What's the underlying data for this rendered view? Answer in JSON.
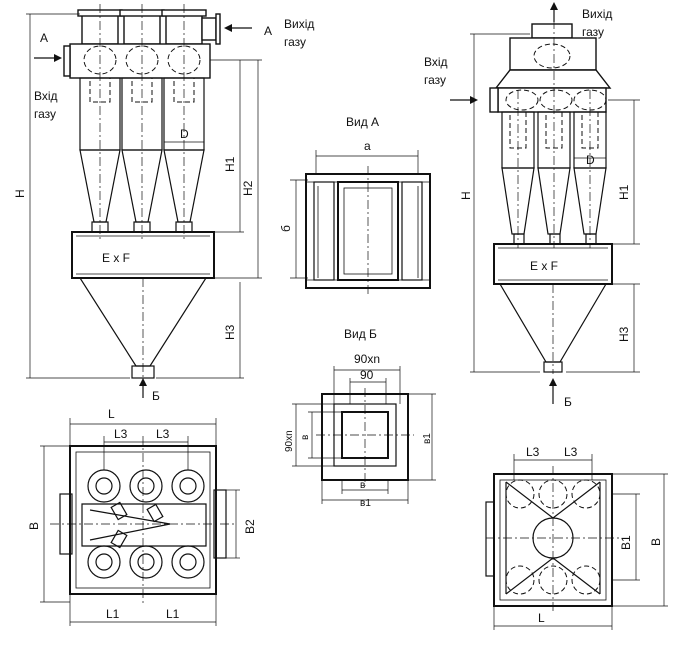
{
  "labels": {
    "a_left": "А",
    "a_right": "А",
    "outlet_left_1": "Вихід",
    "outlet_left_2": "газу",
    "inlet_left_1": "Вхід",
    "inlet_left_2": "газу",
    "outlet_right_1": "Вихід",
    "outlet_right_2": "газу",
    "inlet_right_1": "Вхід",
    "inlet_right_2": "газу",
    "d_left": "D",
    "d_right": "D",
    "h_left": "H",
    "h1_left": "H1",
    "h2_left": "H2",
    "h3_left": "H3",
    "h_right": "H",
    "h1_right": "H1",
    "h3_right": "H3",
    "exf_left": "E x F",
    "exf_right": "E x F",
    "b_left_bottom": "Б",
    "b_right_bottom": "Б",
    "view_a": "Вид А",
    "view_a_a": "a",
    "view_a_b": "б",
    "view_b": "Вид Б",
    "view_b_90xn_top": "90xn",
    "view_b_90": "90",
    "view_b_90xn_side": "90xn",
    "view_b_v_side": "в",
    "view_b_v1_side": "в1",
    "view_b_v_bottom": "в",
    "view_b_v1_bottom": "в1",
    "plan_left_L": "L",
    "plan_left_L3a": "L3",
    "plan_left_L3b": "L3",
    "plan_left_B": "B",
    "plan_left_B2": "B2",
    "plan_left_L1a": "L1",
    "plan_left_L1b": "L1",
    "plan_right_L3a": "L3",
    "plan_right_L3b": "L3",
    "plan_right_B1": "B1",
    "plan_right_B": "B",
    "plan_right_L": "L"
  }
}
